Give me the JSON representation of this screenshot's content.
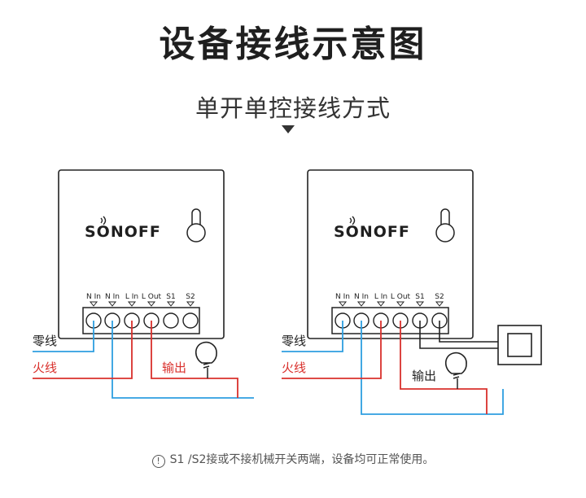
{
  "title": "设备接线示意图",
  "subtitle": "单开单控接线方式",
  "brand": "SONOFF",
  "terminals": [
    "N In",
    "N In",
    "L In",
    "L Out",
    "S1",
    "S2"
  ],
  "wires": {
    "neutral": "零线",
    "live": "火线",
    "output": "输出"
  },
  "note": "S1 /S2接或不接机械开关两端，设备均可正常使用。",
  "colors": {
    "blue": "#2e9fe0",
    "red": "#d9302c",
    "outline": "#222222",
    "text_dark": "#1f1f1f"
  },
  "icons": [
    "triangle-down-icon",
    "wifi-signal-icon",
    "antenna-icon",
    "lightbulb-icon",
    "wall-switch-icon",
    "info-icon"
  ]
}
